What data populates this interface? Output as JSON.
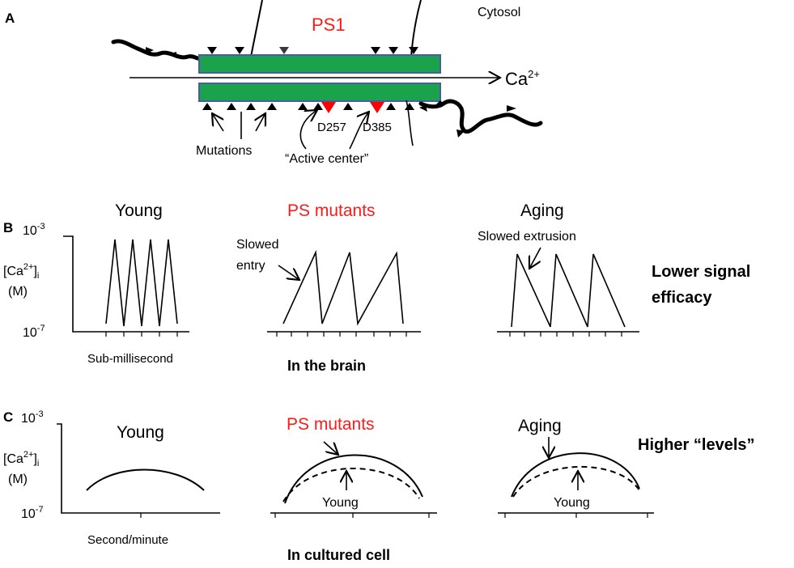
{
  "panel_a": {
    "letter": "A",
    "protein": "PS1",
    "cytosol": "Cytosol",
    "ion": "Ca",
    "ion_sup": "2+",
    "mutations": "Mutations",
    "d257": "D257",
    "d385": "D385",
    "active_center": "“Active center”",
    "colors": {
      "membrane": "#1aa34a",
      "membrane_border": "#4a5aa8",
      "active_site": "#ff0000",
      "text_red": "#ff1a1a"
    }
  },
  "panel_b": {
    "letter": "B",
    "y_top": "10",
    "y_top_exp": "-3",
    "y_bottom": "10",
    "y_bottom_exp": "-7",
    "y_label_main": "[Ca",
    "y_label_sup": "2+",
    "y_label_tail": "]",
    "y_label_sub": "i",
    "y_unit": "(M)",
    "titles": {
      "young": "Young",
      "mutants": "PS mutants",
      "aging": "Aging"
    },
    "slowed_entry_1": "Slowed",
    "slowed_entry_2": "entry",
    "slowed_extrusion": "Slowed extrusion",
    "x_label": "Sub-millisecond",
    "caption": "In the brain",
    "note_1": "Lower  signal",
    "note_2": "efficacy"
  },
  "panel_c": {
    "letter": "C",
    "y_top": "10",
    "y_top_exp": "-3",
    "y_bottom": "10",
    "y_bottom_exp": "-7",
    "y_label_main": "[Ca",
    "y_label_sup": "2+",
    "y_label_tail": "]",
    "y_label_sub": "i",
    "y_unit": "(M)",
    "titles": {
      "young": "Young",
      "mutants": "PS mutants",
      "aging": "Aging"
    },
    "young_label_mutants": "Young",
    "young_label_aging": "Young",
    "x_label": "Second/minute",
    "caption": "In cultured cell",
    "note": "Higher  “levels”"
  }
}
